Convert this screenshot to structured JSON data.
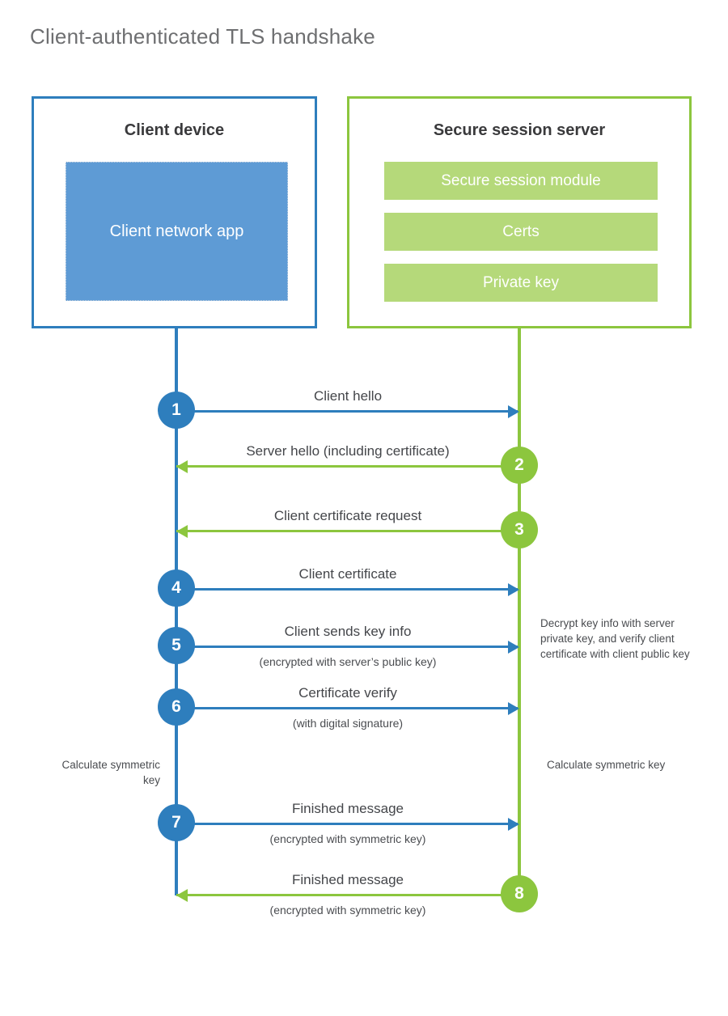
{
  "title": "Client-authenticated TLS handshake",
  "colors": {
    "client_blue": "#2e7ebd",
    "client_app_fill": "#5e9bd5",
    "server_green": "#8cc63e",
    "server_slot_fill": "#b5d97a",
    "title_gray": "#6e6f71",
    "text_gray": "#44464a"
  },
  "client": {
    "title": "Client device",
    "app_label": "Client network app"
  },
  "server": {
    "title": "Secure session server",
    "slots": [
      "Secure session module",
      "Certs",
      "Private key"
    ]
  },
  "steps": [
    {
      "number": "1",
      "label": "Client hello",
      "sublabel": "",
      "direction": "client-to-server"
    },
    {
      "number": "2",
      "label": "Server hello (including certificate)",
      "sublabel": "",
      "direction": "server-to-client"
    },
    {
      "number": "3",
      "label": "Client certificate request",
      "sublabel": "",
      "direction": "server-to-client"
    },
    {
      "number": "4",
      "label": "Client certificate",
      "sublabel": "",
      "direction": "client-to-server"
    },
    {
      "number": "5",
      "label": "Client sends key info",
      "sublabel": "(encrypted with server’s public key)",
      "direction": "client-to-server"
    },
    {
      "number": "6",
      "label": "Certificate verify",
      "sublabel": "(with digital signature)",
      "direction": "client-to-server"
    },
    {
      "number": "7",
      "label": "Finished message",
      "sublabel": "(encrypted with symmetric key)",
      "direction": "client-to-server"
    },
    {
      "number": "8",
      "label": "Finished message",
      "sublabel": "(encrypted with symmetric key)",
      "direction": "server-to-client"
    }
  ],
  "notes": {
    "decrypt": "Decrypt key info with server private key, and verify client certificate with client public key",
    "calculate_client": "Calculate symmetric key",
    "calculate_server": "Calculate symmetric key"
  }
}
